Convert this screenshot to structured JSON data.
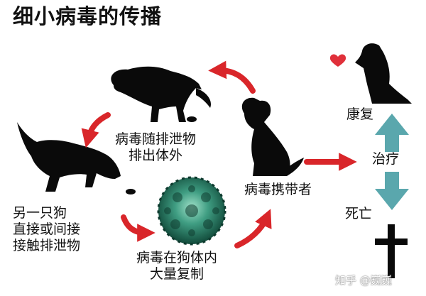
{
  "title": "细小病毒的传播",
  "labels": {
    "excrete": "病毒随排泄物\n排出体外",
    "carrier": "病毒携带者",
    "contact": "另一只狗\n直接或间接\n接触排泄物",
    "replicate": "病毒在狗体内\n大量复制",
    "recover": "康复",
    "treat": "治疗",
    "death": "死亡"
  },
  "watermark": "知乎 @巍巍",
  "colors": {
    "cycle_arrow": "#d9262a",
    "treatment_arrow": "#5aa7ad",
    "virus": "#2f8a73",
    "silhouette": "#0a0a0a",
    "heart": "#e0303a"
  },
  "icons": [
    "dog-pooping-icon",
    "dog-sitting-icon",
    "dog-sniffing-icon",
    "dog-begging-icon",
    "virus-icon",
    "heart-icon",
    "cross-icon"
  ]
}
